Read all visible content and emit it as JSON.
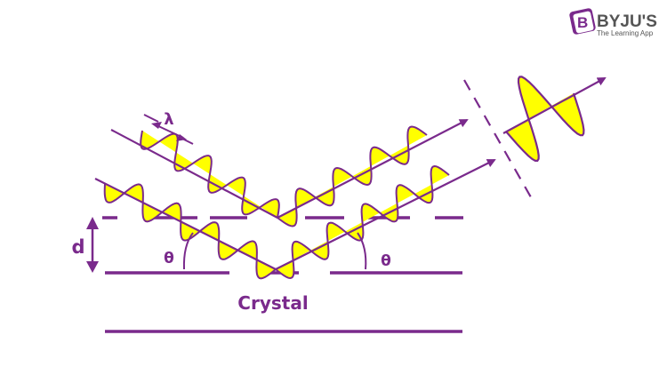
{
  "brand": {
    "name": "BYJU'S",
    "tagline": "The Learning App",
    "logo_letter": "B"
  },
  "labels": {
    "wavelength": "λ",
    "spacing": "d",
    "angle_left": "θ",
    "angle_right": "θ",
    "crystal": "Crystal"
  },
  "colors": {
    "primary": "#7a2a8c",
    "wave_fill": "#ffff00",
    "brand_gray": "#555555",
    "background": "#ffffff"
  }
}
